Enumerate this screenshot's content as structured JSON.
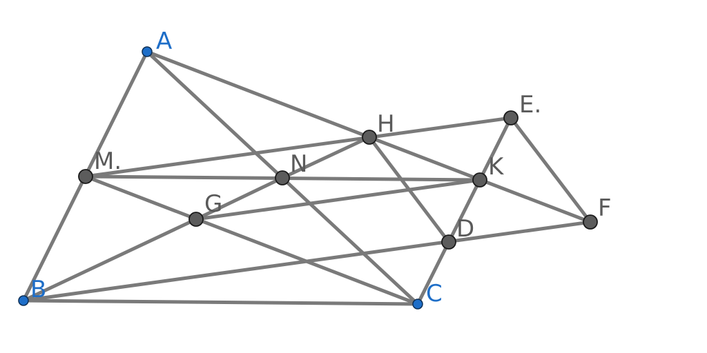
{
  "points": [
    {
      "id": "A",
      "label": "A",
      "kind": "free"
    },
    {
      "id": "B",
      "label": "B",
      "kind": "free"
    },
    {
      "id": "C",
      "label": "C",
      "kind": "free"
    },
    {
      "id": "M",
      "label": "M.",
      "kind": "dependent"
    },
    {
      "id": "N",
      "label": "N",
      "kind": "dependent"
    },
    {
      "id": "G",
      "label": "G",
      "kind": "dependent"
    },
    {
      "id": "H",
      "label": "H",
      "kind": "dependent"
    },
    {
      "id": "E",
      "label": "E.",
      "kind": "dependent"
    },
    {
      "id": "K",
      "label": "K",
      "kind": "dependent"
    },
    {
      "id": "D",
      "label": "D",
      "kind": "dependent"
    },
    {
      "id": "F",
      "label": "F",
      "kind": "dependent"
    }
  ],
  "segments": [
    [
      "A",
      "B"
    ],
    [
      "A",
      "H"
    ],
    [
      "A",
      "C"
    ],
    [
      "B",
      "C"
    ],
    [
      "B",
      "G"
    ],
    [
      "B",
      "F"
    ],
    [
      "M",
      "E"
    ],
    [
      "M",
      "K"
    ],
    [
      "M",
      "C"
    ],
    [
      "G",
      "N"
    ],
    [
      "N",
      "H"
    ],
    [
      "G",
      "K"
    ],
    [
      "H",
      "F"
    ],
    [
      "H",
      "D"
    ],
    [
      "E",
      "F"
    ],
    [
      "E",
      "C"
    ]
  ],
  "colors": {
    "free_point": "#1e6ec8",
    "dependent_point": "#5c5c5c",
    "segment": "#7a7a7a",
    "free_label": "#1e6ec8",
    "dependent_label": "#5a5a5a"
  }
}
